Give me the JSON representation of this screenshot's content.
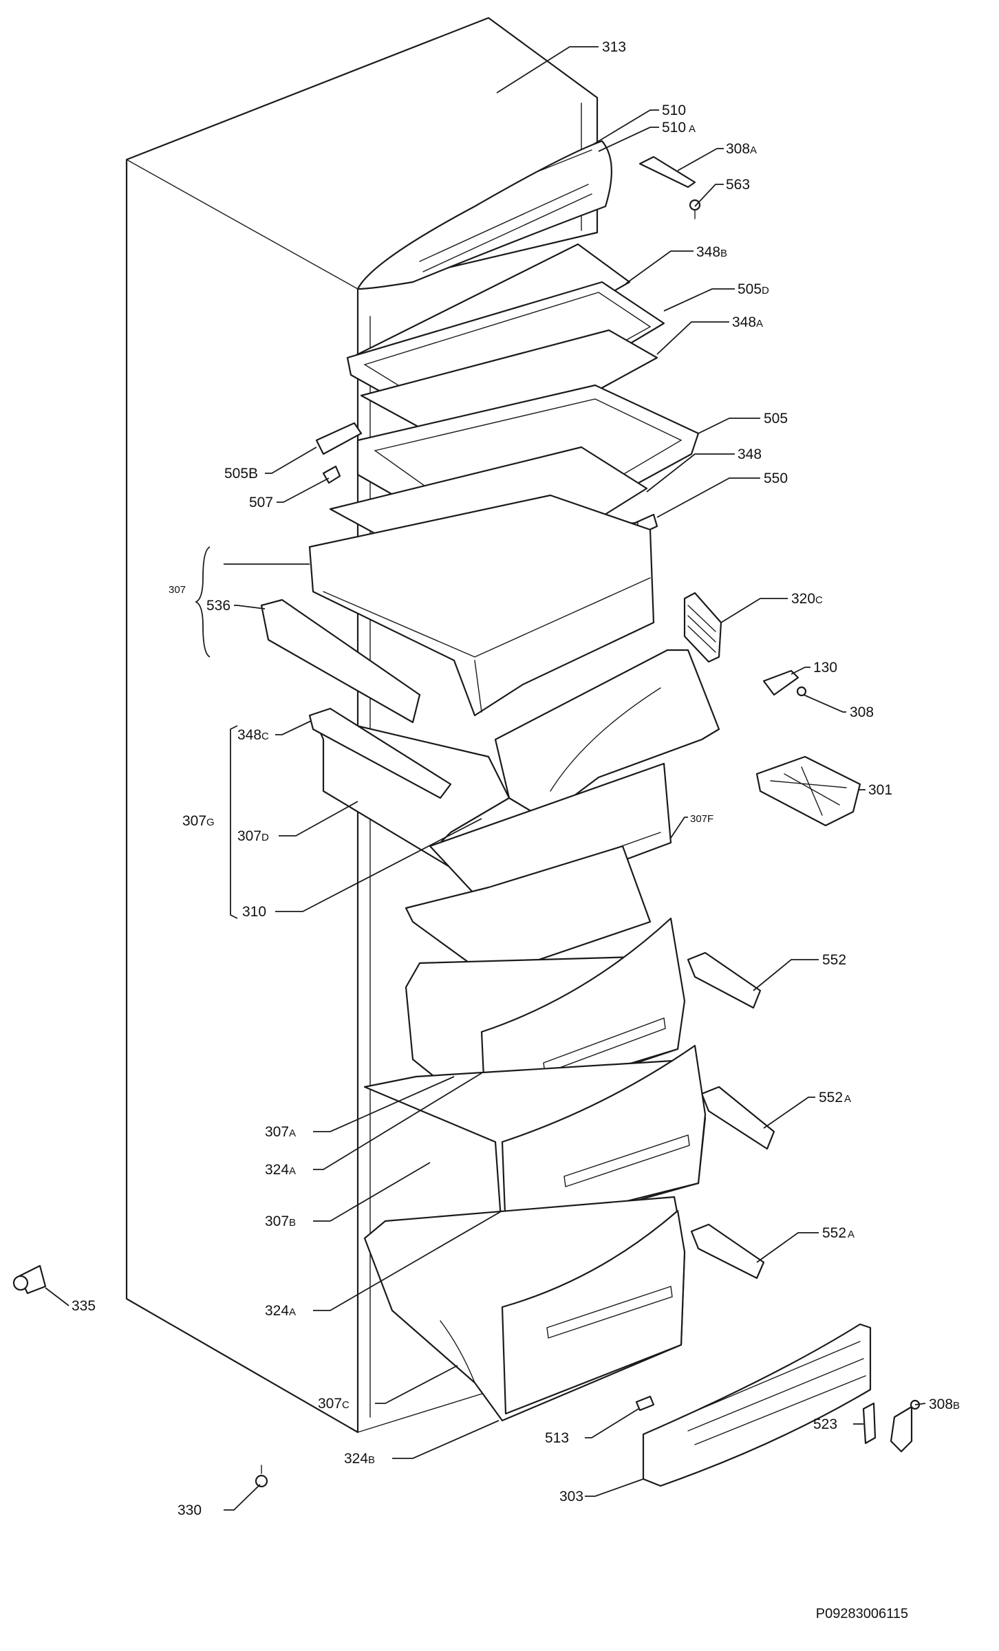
{
  "labels": {
    "l313": {
      "main": "313",
      "suffix": ""
    },
    "l510": {
      "main": "510",
      "suffix": ""
    },
    "l510a": {
      "main": "510",
      "suffix": "A"
    },
    "l308a": {
      "main": "308",
      "suffix": "A"
    },
    "l563": {
      "main": "563",
      "suffix": ""
    },
    "l348b": {
      "main": "348",
      "suffix": "B"
    },
    "l505d": {
      "main": "505",
      "suffix": "D"
    },
    "l348a": {
      "main": "348",
      "suffix": "A"
    },
    "l505": {
      "main": "505",
      "suffix": ""
    },
    "l505b": {
      "main": "505B",
      "suffix": ""
    },
    "l348": {
      "main": "348",
      "suffix": ""
    },
    "l550": {
      "main": "550",
      "suffix": ""
    },
    "l507": {
      "main": "507",
      "suffix": ""
    },
    "l307": {
      "main": "307",
      "suffix": ""
    },
    "l536": {
      "main": "536",
      "suffix": ""
    },
    "l320c": {
      "main": "320",
      "suffix": "C"
    },
    "l130": {
      "main": "130",
      "suffix": ""
    },
    "l308": {
      "main": "308",
      "suffix": ""
    },
    "l348c": {
      "main": "348",
      "suffix": "C"
    },
    "l301": {
      "main": "301",
      "suffix": ""
    },
    "l307g": {
      "main": "307",
      "suffix": "G"
    },
    "l307d": {
      "main": "307",
      "suffix": "D"
    },
    "l307f": {
      "main": "307",
      "suffix": "F"
    },
    "l310": {
      "main": "310",
      "suffix": ""
    },
    "l552": {
      "main": "552",
      "suffix": ""
    },
    "l552a1": {
      "main": "552",
      "suffix": "A"
    },
    "l307a": {
      "main": "307",
      "suffix": "A"
    },
    "l324a1": {
      "main": "324",
      "suffix": "A"
    },
    "l307b": {
      "main": "307",
      "suffix": "B"
    },
    "l552a2": {
      "main": "552",
      "suffix": "A"
    },
    "l335": {
      "main": "335",
      "suffix": ""
    },
    "l324a2": {
      "main": "324",
      "suffix": "A"
    },
    "l307c": {
      "main": "307",
      "suffix": "C"
    },
    "l308b": {
      "main": "308",
      "suffix": "B"
    },
    "l523": {
      "main": "523",
      "suffix": ""
    },
    "l513": {
      "main": "513",
      "suffix": ""
    },
    "l324b": {
      "main": "324",
      "suffix": "B"
    },
    "l303": {
      "main": "303",
      "suffix": ""
    },
    "l330": {
      "main": "330",
      "suffix": ""
    }
  },
  "document_code": "P09283006115"
}
